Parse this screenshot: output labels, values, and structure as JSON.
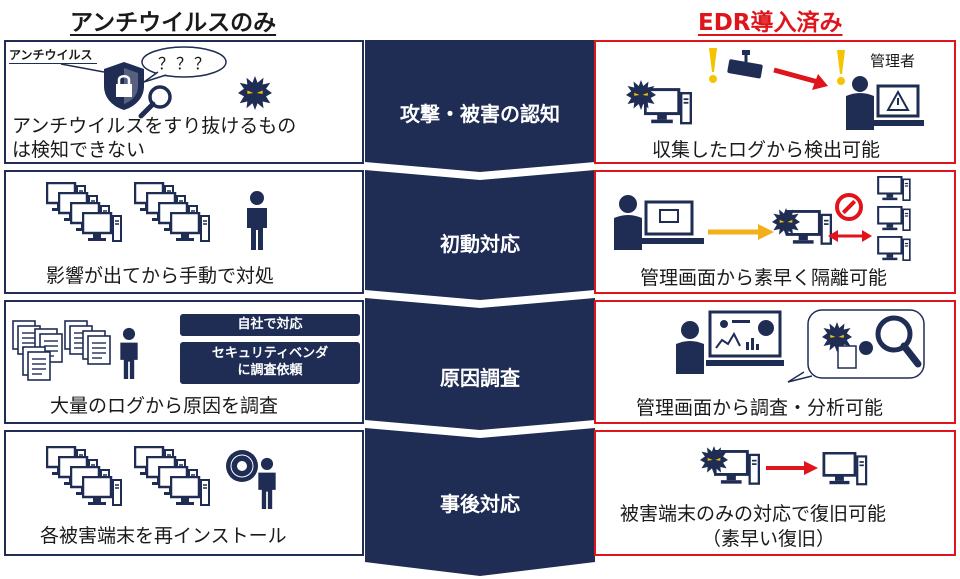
{
  "header": {
    "left_title": "アンチウイルスのみ",
    "right_title": "EDR導入済み"
  },
  "stages": [
    {
      "label": "攻撃・被害の認知"
    },
    {
      "label": "初動対応"
    },
    {
      "label": "原因調査"
    },
    {
      "label": "事後対応"
    }
  ],
  "left": {
    "row1": {
      "badge": "アンチウイルス",
      "bubble": "？？？",
      "caption_line1": "アンチウイルスをすり抜けるもの",
      "caption_line2": "は検知できない"
    },
    "row2": {
      "caption": "影響が出てから手動で対処"
    },
    "row3": {
      "tag1": "自社で対応",
      "tag2_line1": "セキュリティベンダ",
      "tag2_line2": "に調査依頼",
      "caption": "大量のログから原因を調査"
    },
    "row4": {
      "caption": "各被害端末を再インストール"
    }
  },
  "right": {
    "row1": {
      "admin_label": "管理者",
      "caption": "収集したログから検出可能"
    },
    "row2": {
      "caption": "管理画面から素早く隔離可能"
    },
    "row3": {
      "caption": "管理画面から調査・分析可能"
    },
    "row4": {
      "caption_line1": "被害端末のみの対応で復旧可能",
      "caption_line2": "（素早い復旧）"
    }
  },
  "colors": {
    "navy": "#1f2d55",
    "red": "#e0141b",
    "yellow": "#f5c400",
    "orange_arrow": "#f3b01a",
    "virus_eyes": "#f5c400"
  }
}
